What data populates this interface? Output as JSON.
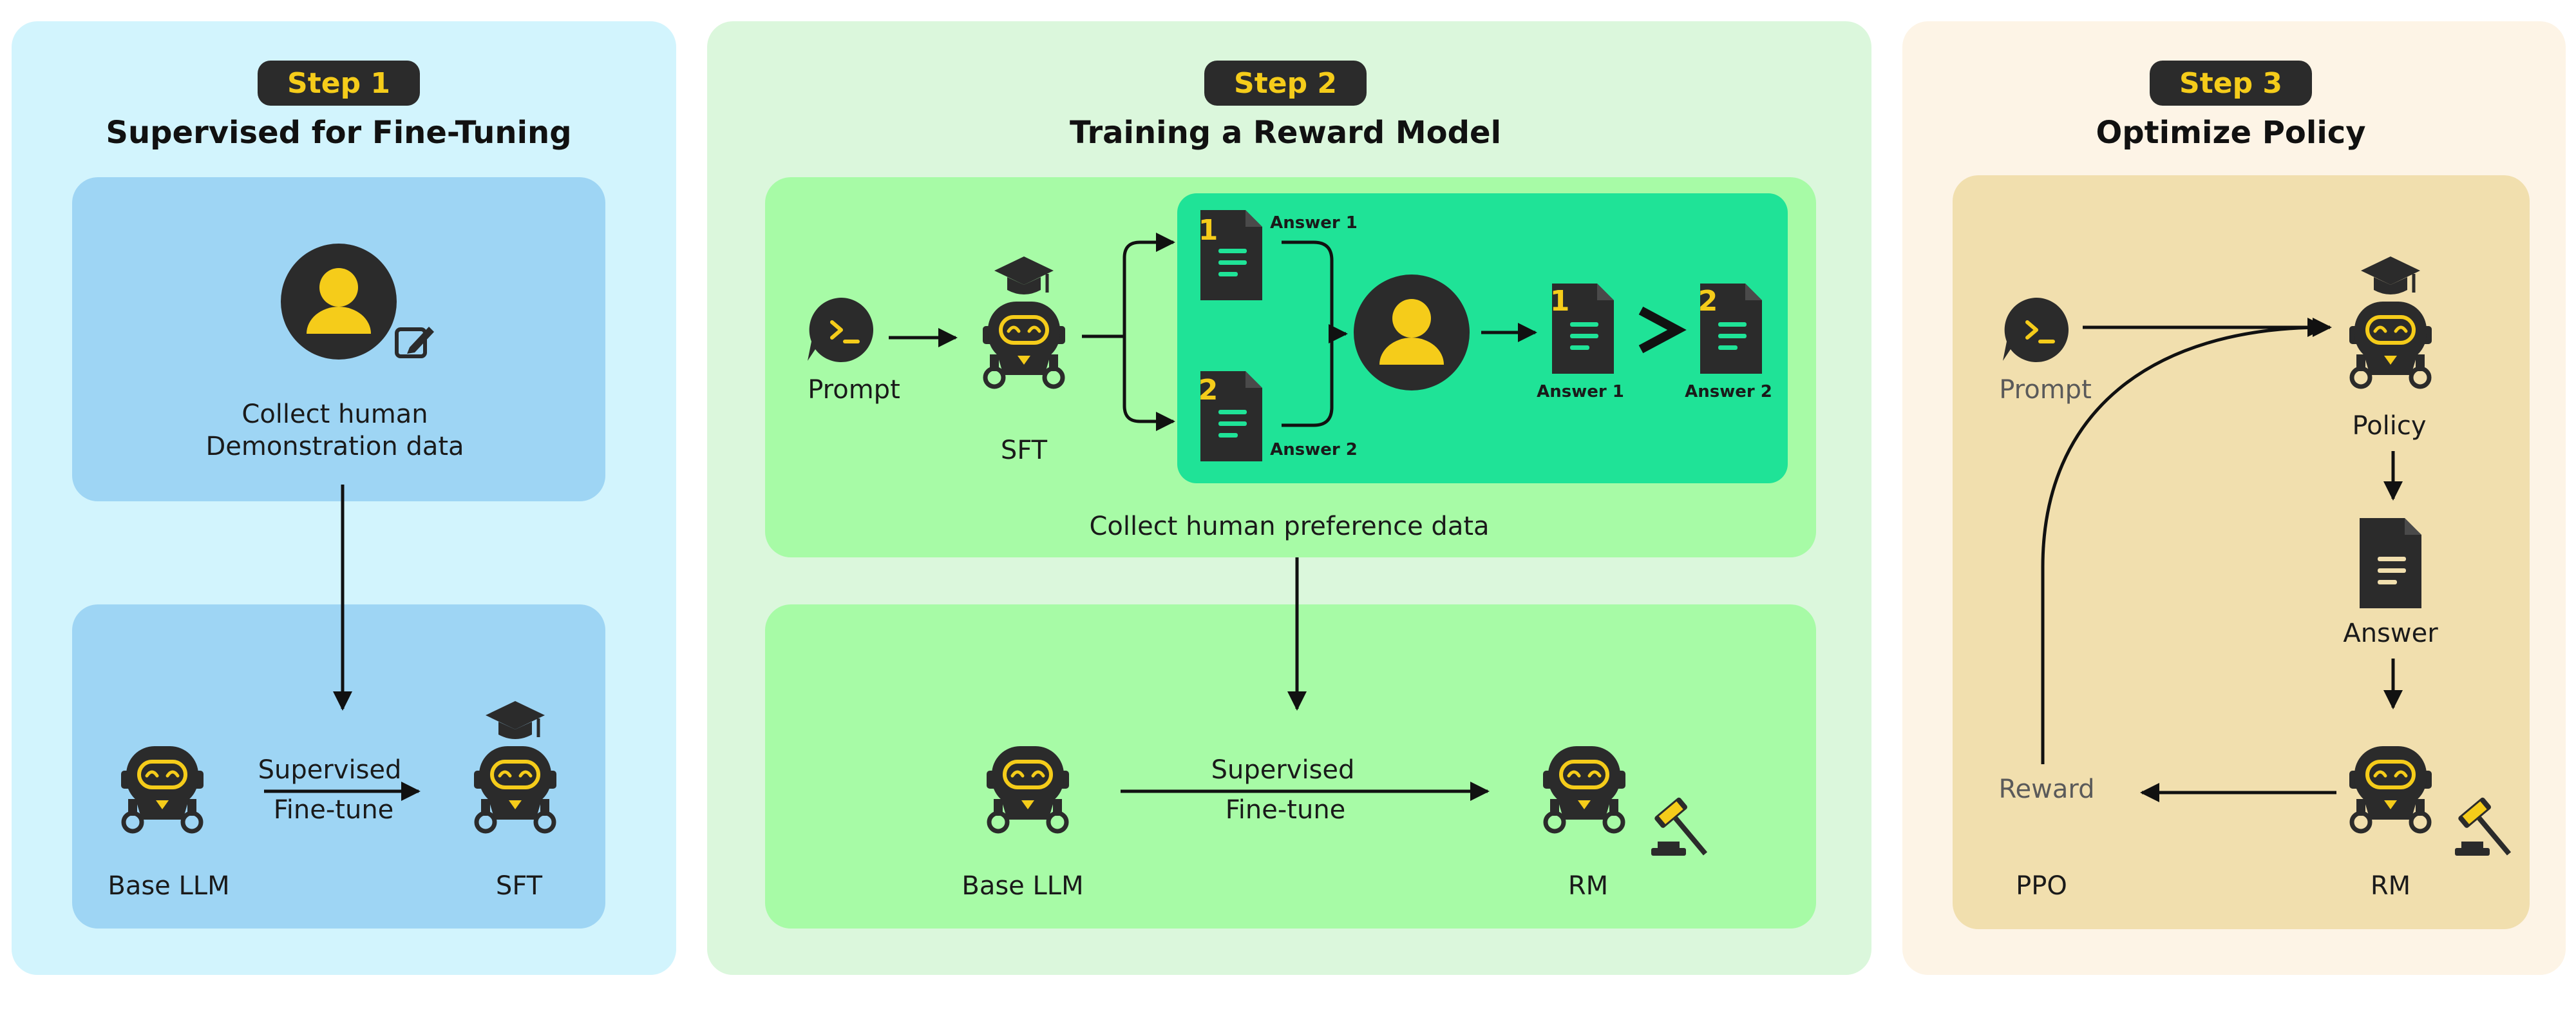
{
  "colors": {
    "step1_bg": "#d2f4fd",
    "step1_box": "#9ed5f4",
    "step2_bg": "#dbf7dc",
    "step2_box": "#a7fba6",
    "step2_inner": "#1fe397",
    "step3_bg": "#fdf4e6",
    "step3_box": "#f1dfae",
    "badge": "#2b2b2b",
    "accent": "#f5cc1a",
    "dark": "#2b2b2b"
  },
  "step1": {
    "badge": "Step 1",
    "title": "Supervised for Fine-Tuning",
    "collect_line1": "Collect human",
    "collect_line2": "Demonstration data",
    "arrow_line1": "Supervised",
    "arrow_line2": "Fine-tune",
    "base_label": "Base LLM",
    "sft_label": "SFT"
  },
  "step2": {
    "badge": "Step 2",
    "title": "Training a Reward Model",
    "prompt_label": "Prompt",
    "sft_label": "SFT",
    "answer1": "Answer 1",
    "answer2": "Answer 2",
    "rank_answer1": "Answer 1",
    "rank_answer2": "Answer 2",
    "num1": "1",
    "num2": "2",
    "rank_num1": "1",
    "rank_num2": "2",
    "collect_label": "Collect human preference data",
    "arrow_line1": "Supervised",
    "arrow_line2": "Fine-tune",
    "base_label": "Base LLM",
    "rm_label": "RM"
  },
  "step3": {
    "badge": "Step 3",
    "title": "Optimize Policy",
    "prompt_label": "Prompt",
    "policy_label": "Policy",
    "answer_label": "Answer",
    "reward_label": "Reward",
    "ppo_label": "PPO",
    "rm_label": "RM"
  }
}
